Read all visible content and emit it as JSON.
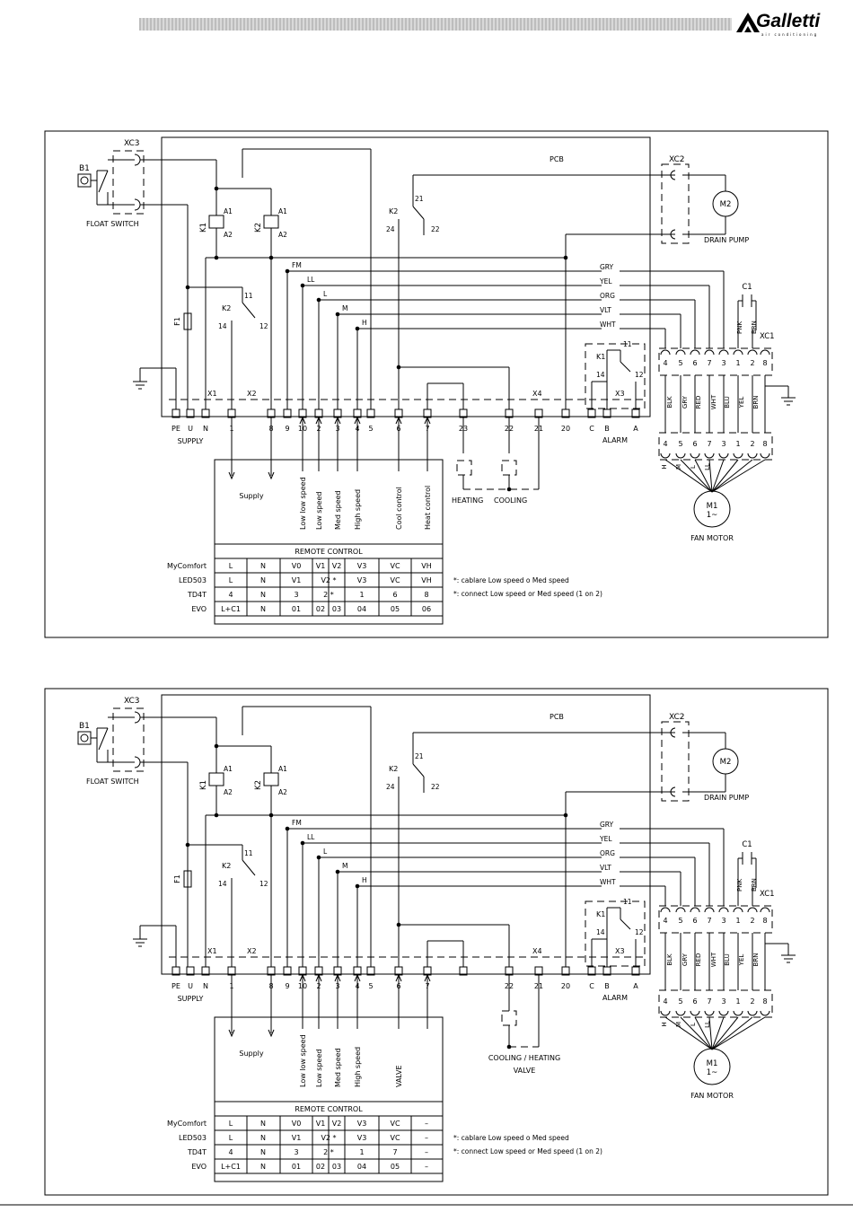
{
  "header": {
    "brand": "Galletti",
    "brand_tagline": "air conditioning"
  },
  "diagram1": {
    "pcb": "PCB",
    "xc3": "XC3",
    "b1": "B1",
    "float_switch": "FLOAT SWITCH",
    "xc2": "XC2",
    "m2": "M2",
    "drain_pump": "DRAIN PUMP",
    "k1": "K1",
    "k2": "K2",
    "a1": "A1",
    "a2": "A2",
    "k2_contact": "K2",
    "k2_21": "21",
    "k2_24": "24",
    "k2_22": "22",
    "k2_relay2": "K2",
    "r11": "11",
    "r14": "14",
    "r12": "12",
    "f1": "F1",
    "wires": [
      "FM",
      "LL",
      "L",
      "M",
      "H"
    ],
    "wire_colors": [
      "GRY",
      "YEL",
      "ORG",
      "VLT",
      "WHT"
    ],
    "c1": "C1",
    "xc1": "XC1",
    "pnk": "PNK",
    "brn": "BRN",
    "xc1_pins": [
      "4",
      "5",
      "6",
      "7",
      "3",
      "1",
      "2",
      "8"
    ],
    "motor_colors": [
      "BLK",
      "GRY",
      "RED",
      "WHT",
      "BLU",
      "YEL",
      "BRN"
    ],
    "motor_letters": [
      "H",
      "M",
      "L",
      "LL"
    ],
    "m1": "M1",
    "m1_sub": "1~",
    "fan_motor": "FAN MOTOR",
    "alarm_k1": "K1",
    "alarm_11": "11",
    "alarm_14": "14",
    "alarm_12": "12",
    "x1": "X1",
    "x2": "X2",
    "x3": "X3",
    "x4": "X4",
    "terminals": [
      "PE",
      "U",
      "N",
      "1",
      "8",
      "9",
      "10",
      "2",
      "3",
      "4",
      "5",
      "6",
      "7",
      "23",
      "22",
      "21",
      "20",
      "C",
      "B",
      "A"
    ],
    "supply": "SUPPLY",
    "alarm": "ALARM",
    "heating": "HEATING",
    "cooling": "COOLING",
    "remote": {
      "title": "REMOTE CONTROL",
      "columns": [
        "Supply",
        "Low low speed",
        "Low speed",
        "Med speed",
        "High speed",
        "Cool control",
        "Heat control"
      ],
      "rows": [
        {
          "name": "MyComfort",
          "cells": [
            "L",
            "N",
            "V0",
            "V1",
            "V2",
            "V3",
            "VC",
            "VH"
          ]
        },
        {
          "name": "LED503",
          "cells": [
            "L",
            "N",
            "V1",
            "V2 *",
            "",
            "V3",
            "VC",
            "VH"
          ]
        },
        {
          "name": "TD4T",
          "cells": [
            "4",
            "N",
            "3",
            "2 *",
            "",
            "1",
            "6",
            "8"
          ]
        },
        {
          "name": "EVO",
          "cells": [
            "L+C1",
            "N",
            "01",
            "02",
            "03",
            "04",
            "05",
            "06"
          ]
        }
      ],
      "note1": "*: cablare Low speed o Med speed",
      "note2": "*: connect Low speed or Med speed (1 on 2)"
    }
  },
  "diagram2": {
    "pcb": "PCB",
    "xc3": "XC3",
    "b1": "B1",
    "float_switch": "FLOAT SWITCH",
    "xc2": "XC2",
    "m2": "M2",
    "drain_pump": "DRAIN PUMP",
    "k1": "K1",
    "k2": "K2",
    "a1": "A1",
    "a2": "A2",
    "k2_contact": "K2",
    "k2_21": "21",
    "k2_24": "24",
    "k2_22": "22",
    "k2_relay2": "K2",
    "r11": "11",
    "r14": "14",
    "r12": "12",
    "f1": "F1",
    "wires": [
      "FM",
      "LL",
      "L",
      "M",
      "H"
    ],
    "wire_colors": [
      "GRY",
      "YEL",
      "ORG",
      "VLT",
      "WHT"
    ],
    "c1": "C1",
    "xc1": "XC1",
    "pnk": "PNK",
    "brn": "BRN",
    "xc1_pins": [
      "4",
      "5",
      "6",
      "7",
      "3",
      "1",
      "2",
      "8"
    ],
    "motor_colors": [
      "BLK",
      "GRY",
      "RED",
      "WHT",
      "BLU",
      "YEL",
      "BRN"
    ],
    "motor_letters": [
      "H",
      "M",
      "L",
      "LL"
    ],
    "m1": "M1",
    "m1_sub": "1~",
    "fan_motor": "FAN MOTOR",
    "alarm_k1": "K1",
    "alarm_11": "11",
    "alarm_14": "14",
    "alarm_12": "12",
    "x1": "X1",
    "x2": "X2",
    "x3": "X3",
    "x4": "X4",
    "terminals": [
      "PE",
      "U",
      "N",
      "1",
      "8",
      "9",
      "10",
      "2",
      "3",
      "4",
      "5",
      "6",
      "7",
      "",
      "22",
      "21",
      "20",
      "C",
      "B",
      "A"
    ],
    "supply": "SUPPLY",
    "alarm": "ALARM",
    "valve_label1": "COOLING / HEATING",
    "valve_label2": "VALVE",
    "remote": {
      "title": "REMOTE CONTROL",
      "columns": [
        "Supply",
        "Low low speed",
        "Low speed",
        "Med speed",
        "High speed",
        "VALVE",
        ""
      ],
      "rows": [
        {
          "name": "MyComfort",
          "cells": [
            "L",
            "N",
            "V0",
            "V1",
            "V2",
            "V3",
            "VC",
            "–"
          ]
        },
        {
          "name": "LED503",
          "cells": [
            "L",
            "N",
            "V1",
            "V2 *",
            "",
            "V3",
            "VC",
            "–"
          ]
        },
        {
          "name": "TD4T",
          "cells": [
            "4",
            "N",
            "3",
            "2 *",
            "",
            "1",
            "7",
            "–"
          ]
        },
        {
          "name": "EVO",
          "cells": [
            "L+C1",
            "N",
            "01",
            "02",
            "03",
            "04",
            "05",
            "–"
          ]
        }
      ],
      "note1": "*: cablare Low speed o Med speed",
      "note2": "*: connect Low speed or Med speed (1 on 2)"
    }
  }
}
